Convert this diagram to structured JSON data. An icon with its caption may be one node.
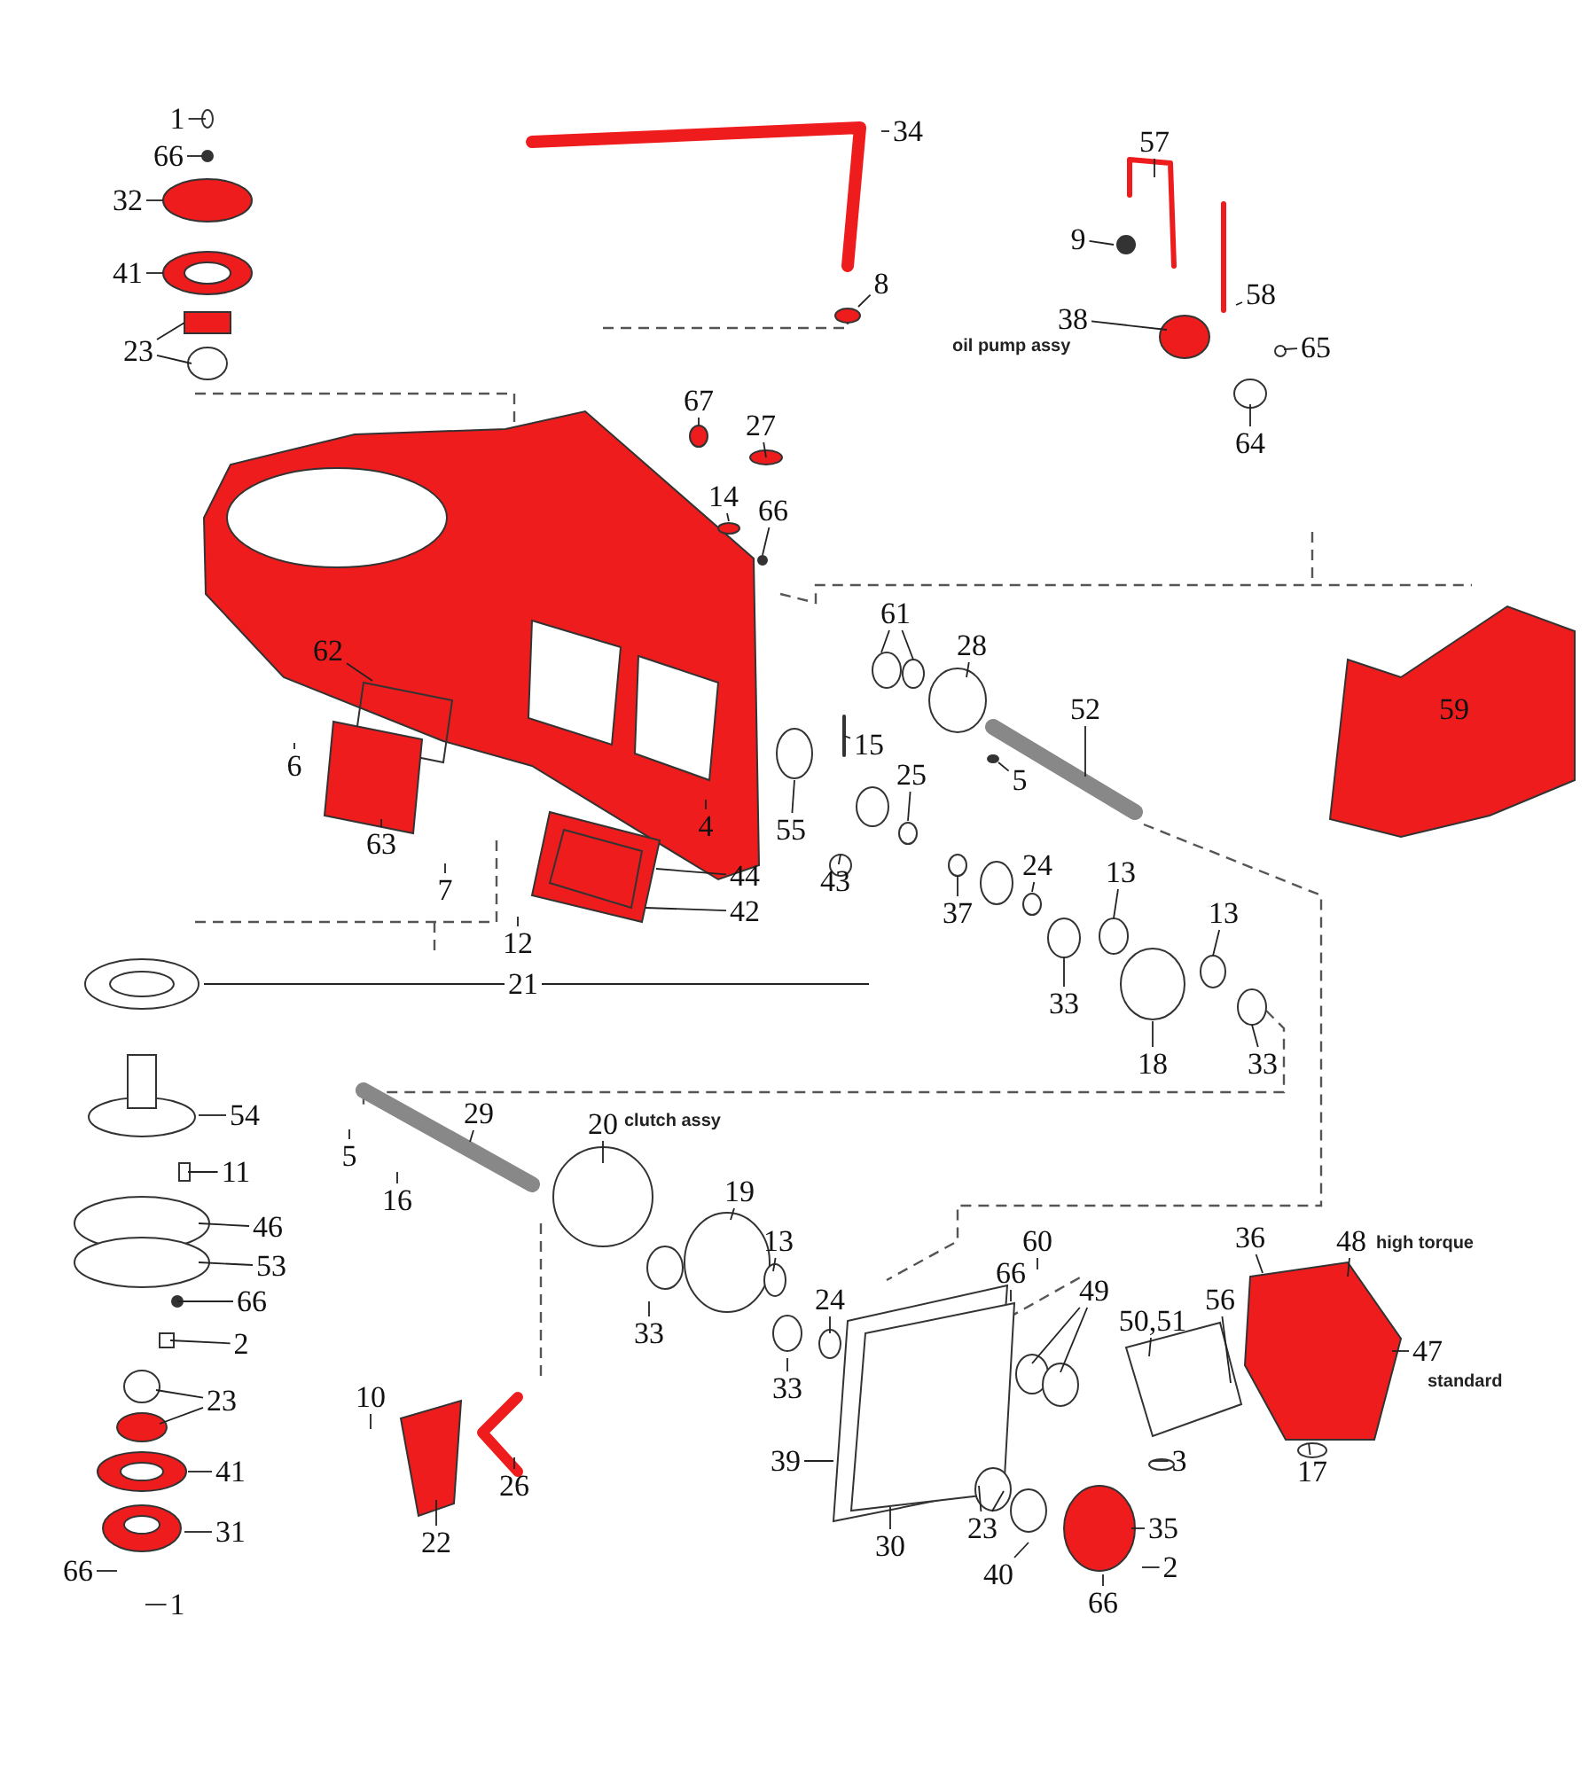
{
  "diagram": {
    "nodes": [
      {
        "text": [
          "1"
        ]
      },
      {
        "text": [
          "66"
        ]
      },
      {
        "text": [
          "32"
        ]
      },
      {
        "text": [
          "41"
        ]
      },
      {
        "text": [
          "23"
        ]
      },
      {
        "text": [
          "34"
        ]
      },
      {
        "text": [
          "8"
        ]
      },
      {
        "text": [
          "57"
        ]
      },
      {
        "text": [
          "9"
        ]
      },
      {
        "text": [
          "58"
        ]
      },
      {
        "text": [
          "38"
        ],
        "beside": [
          "oil pump assy"
        ]
      },
      {
        "text": [
          "65"
        ]
      },
      {
        "text": [
          "64"
        ]
      },
      {
        "text": [
          "67"
        ]
      },
      {
        "text": [
          "27"
        ]
      },
      {
        "text": [
          "14"
        ]
      },
      {
        "text": [
          "66"
        ]
      },
      {
        "text": [
          "61"
        ]
      },
      {
        "text": [
          "28"
        ]
      },
      {
        "text": [
          "52"
        ]
      },
      {
        "text": [
          "62"
        ]
      },
      {
        "text": [
          "15"
        ]
      },
      {
        "text": [
          "5"
        ]
      },
      {
        "text": [
          "25"
        ]
      },
      {
        "text": [
          "37"
        ]
      },
      {
        "text": [
          "6"
        ]
      },
      {
        "text": [
          "55"
        ]
      },
      {
        "text": [
          "43"
        ]
      },
      {
        "text": [
          "4"
        ]
      },
      {
        "text": [
          "24"
        ]
      },
      {
        "text": [
          "13"
        ]
      },
      {
        "text": [
          "13"
        ]
      },
      {
        "text": [
          "63"
        ]
      },
      {
        "text": [
          "7"
        ]
      },
      {
        "text": [
          "44"
        ]
      },
      {
        "text": [
          "42"
        ]
      },
      {
        "text": [
          "12"
        ]
      },
      {
        "text": [
          "33"
        ]
      },
      {
        "text": [
          "33"
        ]
      },
      {
        "text": [
          "18"
        ]
      },
      {
        "text": [
          "21"
        ]
      },
      {
        "text": [
          "54"
        ]
      },
      {
        "text": [
          "29"
        ]
      },
      {
        "text": [
          "20"
        ],
        "beside": [
          "clutch assy"
        ]
      },
      {
        "text": [
          "5"
        ]
      },
      {
        "text": [
          "16"
        ]
      },
      {
        "text": [
          "11"
        ]
      },
      {
        "text": [
          "46"
        ]
      },
      {
        "text": [
          "53"
        ]
      },
      {
        "text": [
          "19"
        ]
      },
      {
        "text": [
          "13"
        ]
      },
      {
        "text": [
          "66"
        ]
      },
      {
        "text": [
          "2"
        ]
      },
      {
        "text": [
          "60"
        ]
      },
      {
        "text": [
          "66"
        ]
      },
      {
        "text": [
          "49"
        ]
      },
      {
        "text": [
          "24"
        ]
      },
      {
        "text": [
          "36"
        ]
      },
      {
        "text": [
          "48"
        ],
        "beside": [
          "high torque"
        ]
      },
      {
        "text": [
          "47"
        ],
        "beside": [
          "standard"
        ]
      },
      {
        "text": [
          "56"
        ]
      },
      {
        "text": [
          "50,51"
        ]
      },
      {
        "text": [
          "23"
        ]
      },
      {
        "text": [
          "33"
        ]
      },
      {
        "text": [
          "33"
        ]
      },
      {
        "text": [
          "10"
        ]
      },
      {
        "text": [
          "3"
        ]
      },
      {
        "text": [
          "17"
        ]
      },
      {
        "text": [
          "41"
        ]
      },
      {
        "text": [
          "39"
        ]
      },
      {
        "text": [
          "26"
        ]
      },
      {
        "text": [
          "22"
        ]
      },
      {
        "text": [
          "31"
        ]
      },
      {
        "text": [
          "30"
        ]
      },
      {
        "text": [
          "23"
        ]
      },
      {
        "text": [
          "35"
        ]
      },
      {
        "text": [
          "40"
        ]
      },
      {
        "text": [
          "2"
        ]
      },
      {
        "text": [
          "66"
        ]
      },
      {
        "text": [
          "66"
        ]
      },
      {
        "text": [
          "1"
        ]
      }
    ],
    "edges": [
      {
        "from": 0,
        "to": null,
        "arrow": "none"
      },
      {
        "from": 1,
        "to": null,
        "arrow": "none"
      },
      {
        "from": 2,
        "to": null,
        "arrow": "none"
      },
      {
        "from": 3,
        "to": null,
        "arrow": "none"
      },
      {
        "from": 4,
        "to": null,
        "arrow": "none"
      },
      {
        "from": 4,
        "to": null,
        "arrow": "none"
      },
      {
        "from": 5,
        "to": null,
        "arrow": "none"
      },
      {
        "from": 6,
        "to": null,
        "arrow": "none"
      },
      {
        "from": 7,
        "to": null,
        "arrow": "none"
      },
      {
        "from": 8,
        "to": null,
        "arrow": "none"
      },
      {
        "from": 9,
        "to": null,
        "arrow": "none"
      },
      {
        "from": 10,
        "to": null,
        "arrow": "none"
      },
      {
        "from": 11,
        "to": null,
        "arrow": "none"
      },
      {
        "from": 12,
        "to": null,
        "arrow": "none"
      },
      {
        "from": 13,
        "to": null,
        "arrow": "none"
      },
      {
        "from": 14,
        "to": null,
        "arrow": "none"
      },
      {
        "from": 15,
        "to": null,
        "arrow": "none"
      },
      {
        "from": 16,
        "to": null,
        "arrow": "none"
      },
      {
        "from": 17,
        "to": null,
        "arrow": "none"
      },
      {
        "from": 17,
        "to": null,
        "arrow": "none"
      },
      {
        "from": 18,
        "to": null,
        "arrow": "none"
      },
      {
        "from": 19,
        "to": null,
        "arrow": "none"
      },
      {
        "from": 20,
        "to": null,
        "arrow": "none"
      },
      {
        "from": 21,
        "to": null,
        "arrow": "none"
      },
      {
        "from": 22,
        "to": null,
        "arrow": "none"
      },
      {
        "from": 23,
        "to": null,
        "arrow": "none"
      },
      {
        "from": 24,
        "to": null,
        "arrow": "none"
      },
      {
        "from": 25,
        "to": null,
        "arrow": "none"
      },
      {
        "from": 26,
        "to": null,
        "arrow": "none"
      },
      {
        "from": 27,
        "to": null,
        "arrow": "none"
      },
      {
        "from": 28,
        "to": null,
        "arrow": "none"
      },
      {
        "from": 29,
        "to": null,
        "arrow": "none"
      },
      {
        "from": 30,
        "to": null,
        "arrow": "none"
      },
      {
        "from": 31,
        "to": null,
        "arrow": "none"
      },
      {
        "from": 32,
        "to": null,
        "arrow": "none"
      },
      {
        "from": 33,
        "to": null,
        "arrow": "none"
      },
      {
        "from": 34,
        "to": null,
        "arrow": "none"
      },
      {
        "from": 35,
        "to": null,
        "arrow": "none"
      },
      {
        "from": 36,
        "to": null,
        "arrow": "none"
      },
      {
        "from": 37,
        "to": null,
        "arrow": "none"
      },
      {
        "from": 38,
        "to": null,
        "arrow": "none"
      },
      {
        "from": 39,
        "to": null,
        "arrow": "none"
      },
      {
        "from": 40,
        "to": null,
        "arrow": "none"
      },
      {
        "from": 40,
        "to": null,
        "arrow": "none"
      },
      {
        "from": 41,
        "to": null,
        "arrow": "none"
      },
      {
        "from": 42,
        "to": null,
        "arrow": "none"
      },
      {
        "from": 43,
        "to": null,
        "arrow": "none"
      },
      {
        "from": 44,
        "to": null,
        "arrow": "none"
      },
      {
        "from": 45,
        "to": null,
        "arrow": "none"
      },
      {
        "from": 46,
        "to": null,
        "arrow": "none"
      },
      {
        "from": 47,
        "to": null,
        "arrow": "none"
      },
      {
        "from": 48,
        "to": null,
        "arrow": "none"
      },
      {
        "from": 49,
        "to": null,
        "arrow": "none"
      },
      {
        "from": 50,
        "to": null,
        "arrow": "none"
      },
      {
        "from": 51,
        "to": null,
        "arrow": "none"
      },
      {
        "from": 52,
        "to": null,
        "arrow": "none"
      },
      {
        "from": 53,
        "to": null,
        "arrow": "none"
      },
      {
        "from": 54,
        "to": null,
        "arrow": "none"
      },
      {
        "from": 55,
        "to": null,
        "arrow": "none"
      },
      {
        "from": 55,
        "to": null,
        "arrow": "none"
      },
      {
        "from": 56,
        "to": null,
        "arrow": "none"
      },
      {
        "from": 57,
        "to": null,
        "arrow": "none"
      },
      {
        "from": 58,
        "to": null,
        "arrow": "none"
      },
      {
        "from": 59,
        "to": null,
        "arrow": "none"
      },
      {
        "from": 60,
        "to": null,
        "arrow": "none"
      },
      {
        "from": 61,
        "to": null,
        "arrow": "none"
      },
      {
        "from": 62,
        "to": null,
        "arrow": "none"
      },
      {
        "from": 62,
        "to": null,
        "arrow": "none"
      },
      {
        "from": 63,
        "to": null,
        "arrow": "none"
      },
      {
        "from": 64,
        "to": null,
        "arrow": "none"
      },
      {
        "from": 65,
        "to": null,
        "arrow": "none"
      },
      {
        "from": 66,
        "to": null,
        "arrow": "none"
      },
      {
        "from": 67,
        "to": null,
        "arrow": "none"
      },
      {
        "from": 68,
        "to": null,
        "arrow": "none"
      },
      {
        "from": 69,
        "to": null,
        "arrow": "none"
      },
      {
        "from": 70,
        "to": null,
        "arrow": "none"
      },
      {
        "from": 71,
        "to": null,
        "arrow": "none"
      },
      {
        "from": 72,
        "to": null,
        "arrow": "none"
      },
      {
        "from": 73,
        "to": null,
        "arrow": "none"
      },
      {
        "from": 74,
        "to": null,
        "arrow": "none"
      },
      {
        "from": 74,
        "to": null,
        "arrow": "none"
      },
      {
        "from": 75,
        "to": null,
        "arrow": "none"
      },
      {
        "from": 76,
        "to": null,
        "arrow": "none"
      },
      {
        "from": 77,
        "to": null,
        "arrow": "none"
      },
      {
        "from": 78,
        "to": null,
        "arrow": "none"
      },
      {
        "from": 79,
        "to": null,
        "arrow": "none"
      },
      {
        "from": 80,
        "to": null,
        "arrow": "none"
      }
    ],
    "labels": [
      "59"
    ]
  }
}
